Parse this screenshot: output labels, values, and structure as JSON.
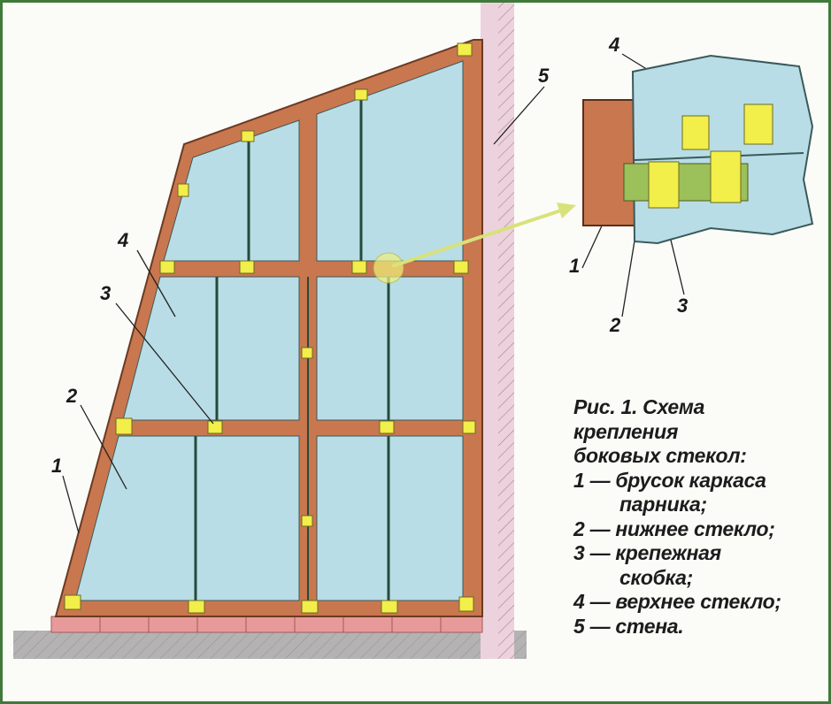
{
  "figure": {
    "labels": {
      "main_1": "1",
      "main_2": "2",
      "main_3": "3",
      "main_4": "4",
      "main_5": "5",
      "inset_1": "1",
      "inset_2": "2",
      "inset_3": "3",
      "inset_4": "4"
    },
    "caption": {
      "title_line1": "Рис. 1. Схема",
      "title_line2": "крепления",
      "title_line3": "боковых стекол:",
      "item1_a": "1 — брусок каркаса",
      "item1_b": "парника;",
      "item2": "2 — нижнее стекло;",
      "item3_a": "3 — крепежная",
      "item3_b": "скобка;",
      "item4": "4 — верхнее стекло;",
      "item5": "5 — стена."
    },
    "colors": {
      "glass": "#b9dde6",
      "wood": "#c9774f",
      "wall": "#ecd2dc",
      "clip": "#f2ee4a",
      "ground": "#b3b3b3",
      "brick": "#e89a9a"
    }
  }
}
